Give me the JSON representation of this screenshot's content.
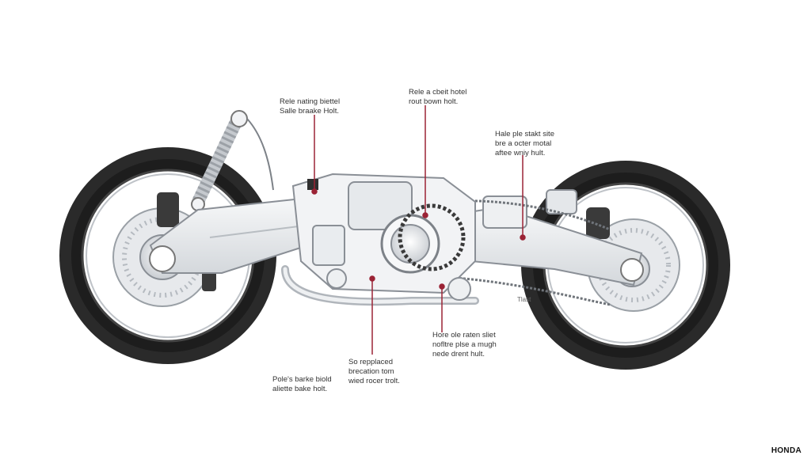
{
  "callouts": [
    {
      "id": "top-left",
      "lines": [
        "Rele nating biettel",
        "Salle braake Holt."
      ]
    },
    {
      "id": "top-center",
      "lines": [
        "Rele a cbeit hotel",
        "rout bown holt."
      ]
    },
    {
      "id": "top-right",
      "lines": [
        "Hale ple stakt site",
        "bre a octer motal",
        "aftee wniy hult."
      ]
    },
    {
      "id": "mid-right",
      "lines": [
        "Hore ole raten sliet",
        "nofltre plse a mugh",
        "nede drent hult."
      ]
    },
    {
      "id": "bottom-center",
      "lines": [
        "So repplaced",
        "brecation tom",
        "wied rocer trolt."
      ]
    },
    {
      "id": "bottom-left",
      "lines": [
        "Pole's barke biold",
        "aliette bake holt."
      ]
    }
  ],
  "small_marking": "Tlast",
  "brand": "HONDA",
  "colors": {
    "accent": "#9b2335",
    "tire": "#2a2a2a",
    "metal": "#e9ecef",
    "outline": "#8a8f96"
  }
}
